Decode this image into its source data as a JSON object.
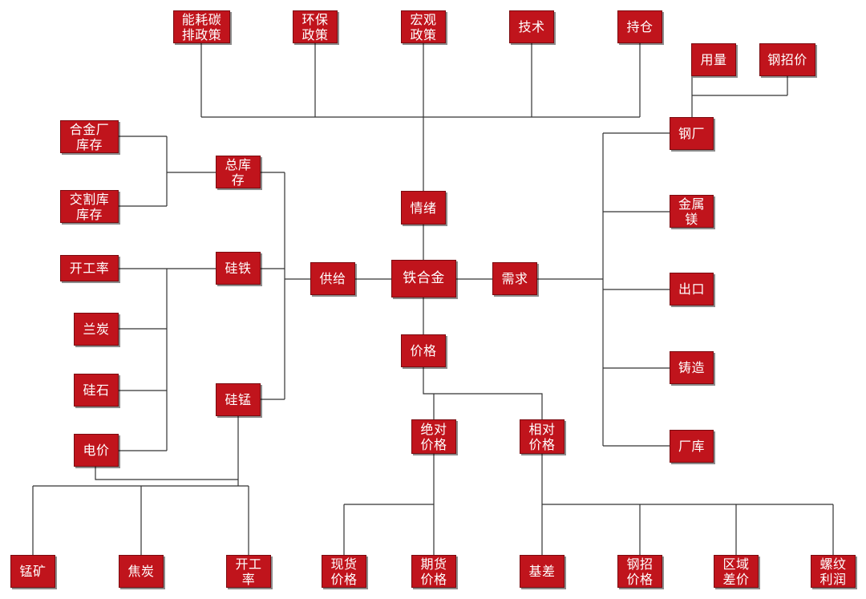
{
  "nodes": {
    "root": "铁合金",
    "sentiment": "情绪",
    "supply": "供给",
    "demand": "需求",
    "price": "价格",
    "energy_policy": "能耗碳\n排政策",
    "env_policy": "环保\n政策",
    "macro_policy": "宏观\n政策",
    "technology": "技术",
    "position": "持仓",
    "usage": "用量",
    "steel_tender": "钢招价",
    "steel_mill": "钢厂",
    "magnesium": "金属\n镁",
    "export": "出口",
    "casting": "铸造",
    "plant_inventory": "厂库",
    "alloy_plant_inventory": "合金厂\n库存",
    "delivery_inventory": "交割库\n库存",
    "total_inventory": "总库\n存",
    "operating_rate_fesi": "开工率",
    "ferrosilicon": "硅铁",
    "semi_coke": "兰炭",
    "silica": "硅石",
    "power_price": "电价",
    "silicomanganese": "硅锰",
    "manganese_ore": "锰矿",
    "coke": "焦炭",
    "operating_rate_simn": "开工\n率",
    "absolute_price": "绝对\n价格",
    "relative_price": "相对\n价格",
    "spot_price": "现货\n价格",
    "futures_price": "期货\n价格",
    "basis": "基差",
    "steel_tender_price": "钢招\n价格",
    "regional_spread": "区域\n差价",
    "rebar_profit": "螺纹\n利润"
  }
}
